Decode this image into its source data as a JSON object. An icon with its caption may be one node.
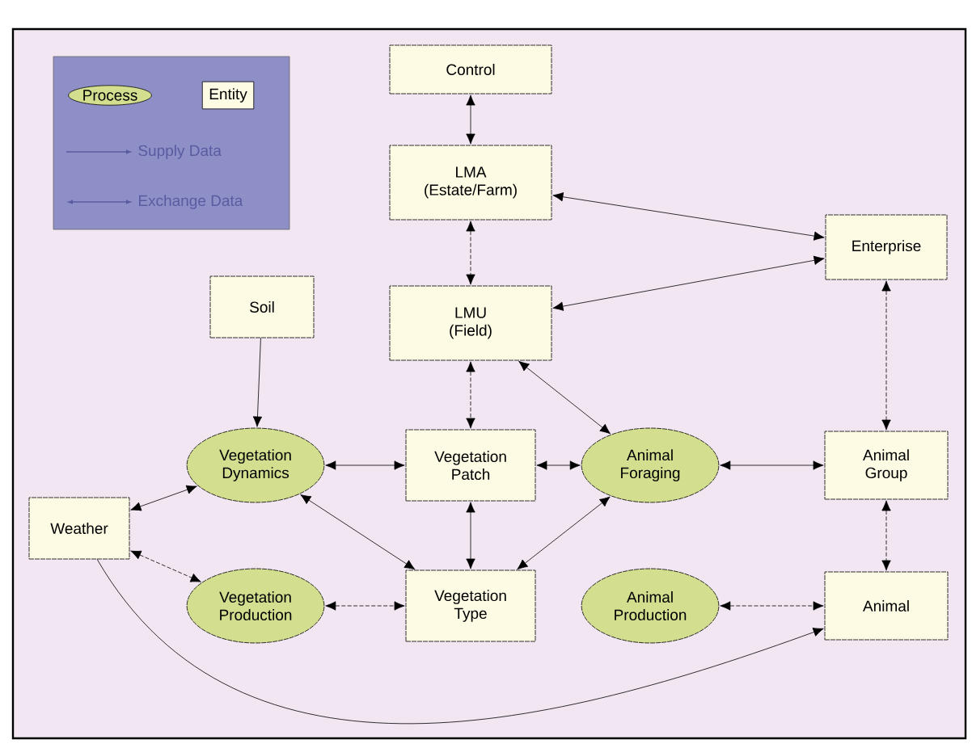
{
  "diagram": {
    "nodes": [
      {
        "text": [
          "Control"
        ]
      },
      {
        "text": [
          "LMA",
          "(Estate/Farm)"
        ]
      },
      {
        "text": [
          "Enterprise"
        ]
      },
      {
        "text": [
          "Soil"
        ]
      },
      {
        "text": [
          "LMU",
          "(Field)"
        ]
      },
      {
        "text": [
          "Vegetation Dynamics"
        ]
      },
      {
        "text": [
          "Vegetation Patch"
        ]
      },
      {
        "text": [
          "Animal Foraging"
        ]
      },
      {
        "text": [
          "Animal Group"
        ]
      },
      {
        "text": [
          "Weather"
        ]
      },
      {
        "text": [
          "Vegetation Production"
        ]
      },
      {
        "text": [
          "Vegetation Type"
        ]
      },
      {
        "text": [
          "Animal Production"
        ]
      },
      {
        "text": [
          "Animal"
        ]
      }
    ],
    "edges": [
      {
        "from": 0,
        "to": 1,
        "arrow": "both"
      },
      {
        "from": 1,
        "to": 4,
        "arrow": "both",
        "style": "dashed"
      },
      {
        "from": 1,
        "to": 2,
        "arrow": "both"
      },
      {
        "from": 4,
        "to": 2,
        "arrow": "both"
      },
      {
        "from": 3,
        "to": 5,
        "arrow": "to"
      },
      {
        "from": 4,
        "to": 6,
        "arrow": "both",
        "style": "dashed"
      },
      {
        "from": 4,
        "to": 7,
        "arrow": "both"
      },
      {
        "from": 2,
        "to": 8,
        "arrow": "both",
        "style": "dashed"
      },
      {
        "from": 5,
        "to": 6,
        "arrow": "both"
      },
      {
        "from": 6,
        "to": 7,
        "arrow": "both"
      },
      {
        "from": 7,
        "to": 8,
        "arrow": "both"
      },
      {
        "from": 9,
        "to": 5,
        "arrow": "both"
      },
      {
        "from": 9,
        "to": 10,
        "arrow": "both",
        "style": "dashed"
      },
      {
        "from": 5,
        "to": 11,
        "arrow": "both"
      },
      {
        "from": 6,
        "to": 11,
        "arrow": "both"
      },
      {
        "from": 11,
        "to": 7,
        "arrow": "both"
      },
      {
        "from": 8,
        "to": 13,
        "arrow": "both",
        "style": "dashed"
      },
      {
        "from": 10,
        "to": 11,
        "arrow": "both",
        "style": "dashed"
      },
      {
        "from": 12,
        "to": 13,
        "arrow": "both",
        "style": "dashed"
      },
      {
        "from": 9,
        "to": 13,
        "arrow": "to"
      }
    ],
    "legend": [
      {
        "text": "Process",
        "color": "#d3df8f"
      },
      {
        "text": "Entity",
        "color": "#fdfbe3"
      },
      {
        "text": "Supply Data"
      },
      {
        "text": "Exchange Data"
      }
    ]
  }
}
